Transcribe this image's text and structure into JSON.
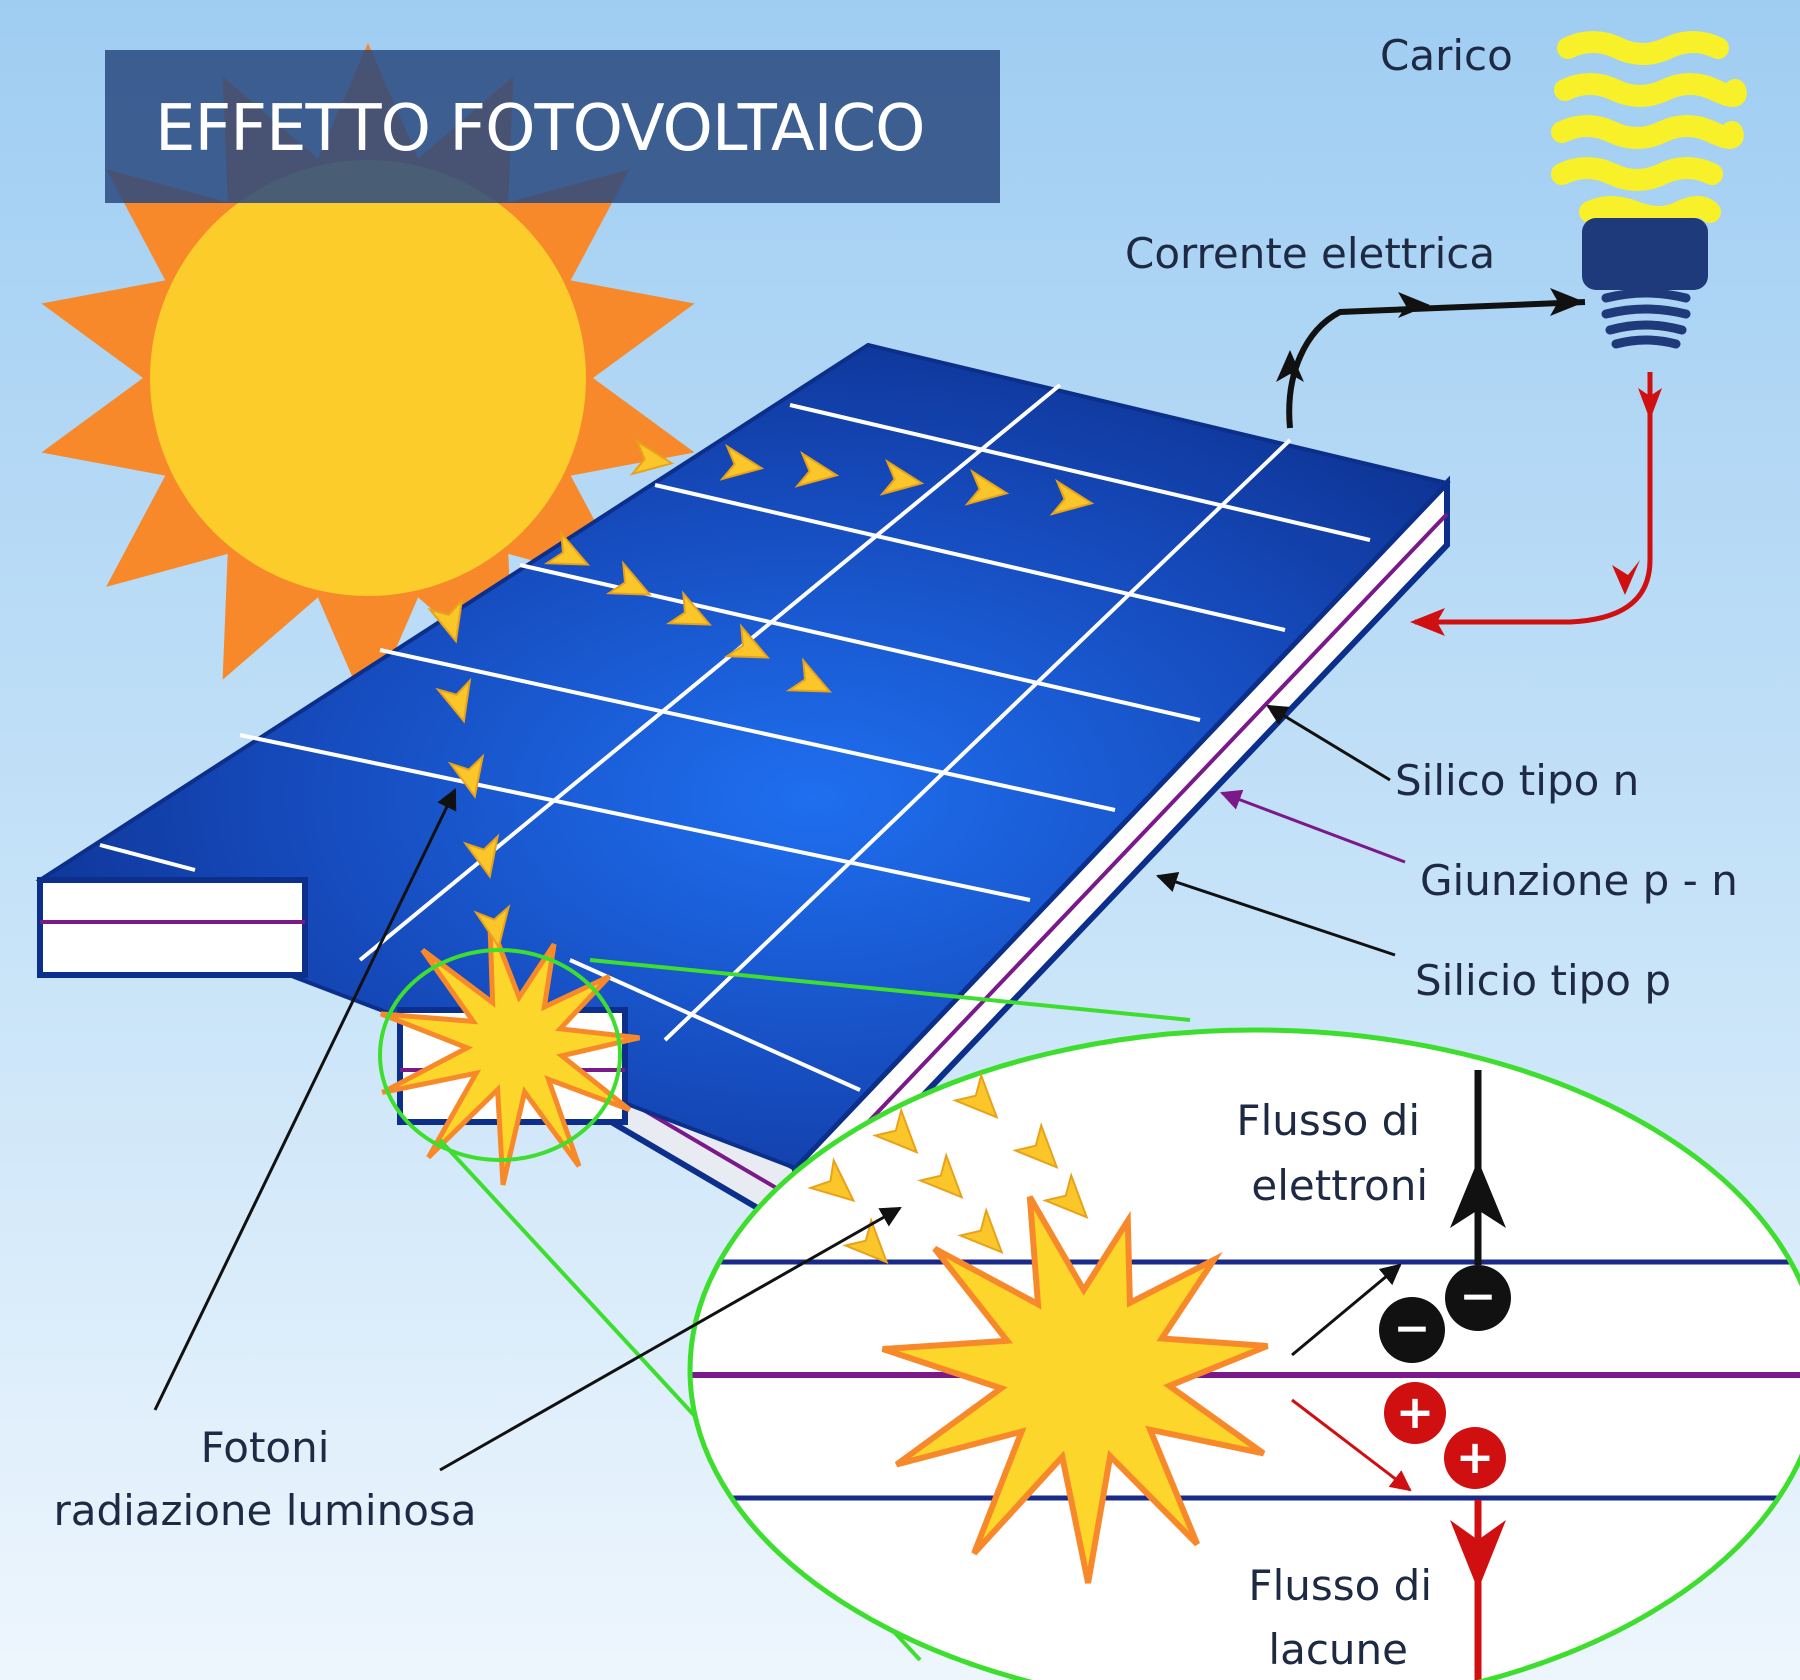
{
  "title": "EFFETTO FOTOVOLTAICO",
  "labels": {
    "load": "Carico",
    "current": "Corrente elettrica",
    "n_silicon": "Silico tipo n",
    "junction": "Giunzione p - n",
    "p_silicon": "Silicio tipo p",
    "electron_flow_1": "Flusso di",
    "electron_flow_2": "elettroni",
    "hole_flow_1": "Flusso di",
    "hole_flow_2": "lacune",
    "photons_1": "Fotoni",
    "photons_2": "radiazione luminosa"
  },
  "symbols": {
    "electron": "−",
    "hole": "+"
  },
  "colors": {
    "sky_top": "#9fcdf2",
    "sky_bottom": "#e9f4fc",
    "panel_blue": "#1a56c4",
    "panel_dark": "#0b2f8a",
    "sun_core": "#fccc2a",
    "sun_rays": "#f7892a",
    "photon": "#fbc62a",
    "magnifier_ring": "#3ede2e",
    "hole_red": "#d01010",
    "junction_purple": "#7a1a8a",
    "title_bg": "#2b4a80"
  }
}
